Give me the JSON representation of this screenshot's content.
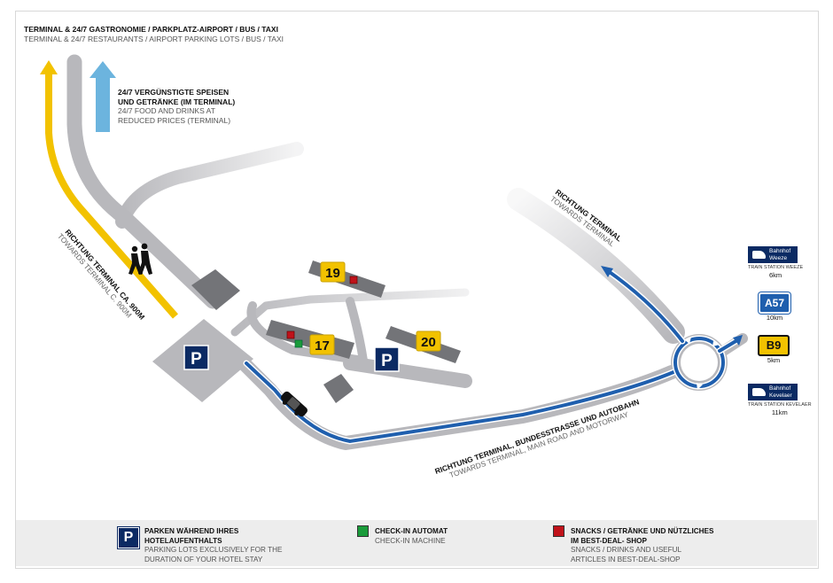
{
  "header": {
    "de": "TERMINAL & 24/7 GASTRONOMIE / PARKPLATZ-AIRPORT / BUS / TAXI",
    "en": "TERMINAL & 24/7 RESTAURANTS / AIRPORT PARKING LOTS / BUS / TAXI"
  },
  "food_note": {
    "de_line1": "24/7 VERGÜNSTIGTE SPEISEN",
    "de_line2": "UND GETRÄNKE (IM TERMINAL)",
    "en_line1": "24/7 FOOD AND DRINKS AT",
    "en_line2": "REDUCED PRICES (TERMINAL)"
  },
  "route_labels": {
    "left_de": "RICHTUNG TERMINAL CA. 900M",
    "left_en": "TOWARDS TERMINAL C. 900M",
    "top_de": "RICHTUNG TERMINAL",
    "top_en": "TOWARDS TERMINAL",
    "bottom_de": "RICHTUNG TERMINAL, BUNDESSTRASSE UND AUTOBAHN",
    "bottom_en": "TOWARDS TERMINAL, MAIN ROAD AND MOTORWAY"
  },
  "buildings": {
    "b19": "19",
    "b17": "17",
    "b20": "20"
  },
  "parking_symbol": "P",
  "signs": {
    "weeze": {
      "name_line1": "Bahnhof",
      "name_line2": "Weeze",
      "caption": "TRAIN STATION WEEZE",
      "distance": "6km"
    },
    "a57": {
      "label": "A57",
      "distance": "10km"
    },
    "b9": {
      "label": "B9",
      "distance": "5km"
    },
    "kevelaer": {
      "name_line1": "Bahnhof",
      "name_line2": "Kevelaer",
      "caption": "TRAIN STATION KEVELAER",
      "distance": "11km"
    }
  },
  "legend": {
    "parking": {
      "de_line1": "PARKEN WÄHREND IHRES",
      "de_line2": "HOTELAUFENTHALTS",
      "en_line1": "PARKING LOTS EXCLUSIVELY FOR THE",
      "en_line2": "DURATION OF YOUR HOTEL STAY"
    },
    "checkin": {
      "de": "CHECK-IN AUTOMAT",
      "en": "CHECK-IN MACHINE"
    },
    "snacks": {
      "de_line1": "SNACKS / GETRÄNKE UND NÜTZLICHES",
      "de_line2": "IM BEST-DEAL- SHOP",
      "en_line1": "SNACKS / DRINKS AND USEFUL",
      "en_line2": "ARTICLES IN BEST-DEAL-SHOP"
    }
  },
  "colors": {
    "road": "#b8b8bc",
    "building": "#737478",
    "route_blue": "#1f5fae",
    "walk_yellow": "#f2c200",
    "arrow_lightblue": "#6cb4de",
    "parking_navy": "#0b2a63",
    "checkin_green": "#1a9b3a",
    "shop_red": "#c0121a",
    "legend_bg": "#ededed"
  }
}
